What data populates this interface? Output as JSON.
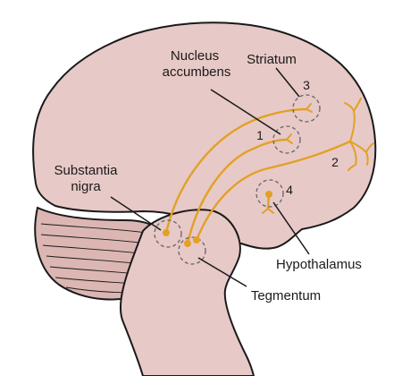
{
  "diagram": {
    "labels": {
      "nucleus_accumbens_1": "Nucleus",
      "nucleus_accumbens_2": "accumbens",
      "striatum": "Striatum",
      "substantia_nigra_1": "Substantia",
      "substantia_nigra_2": "nigra",
      "hypothalamus": "Hypothalamus",
      "tegmentum": "Tegmentum"
    },
    "region_numbers": {
      "nucleus_accumbens": "1",
      "cortex": "2",
      "striatum": "3",
      "hypothalamus": "4"
    },
    "colors": {
      "brain_fill": "#e7c9c7",
      "cerebellum_fill": "#dcb6b3",
      "outline": "#1a1a1a",
      "pathway": "#e2a126",
      "target_ring": "#666666"
    }
  }
}
